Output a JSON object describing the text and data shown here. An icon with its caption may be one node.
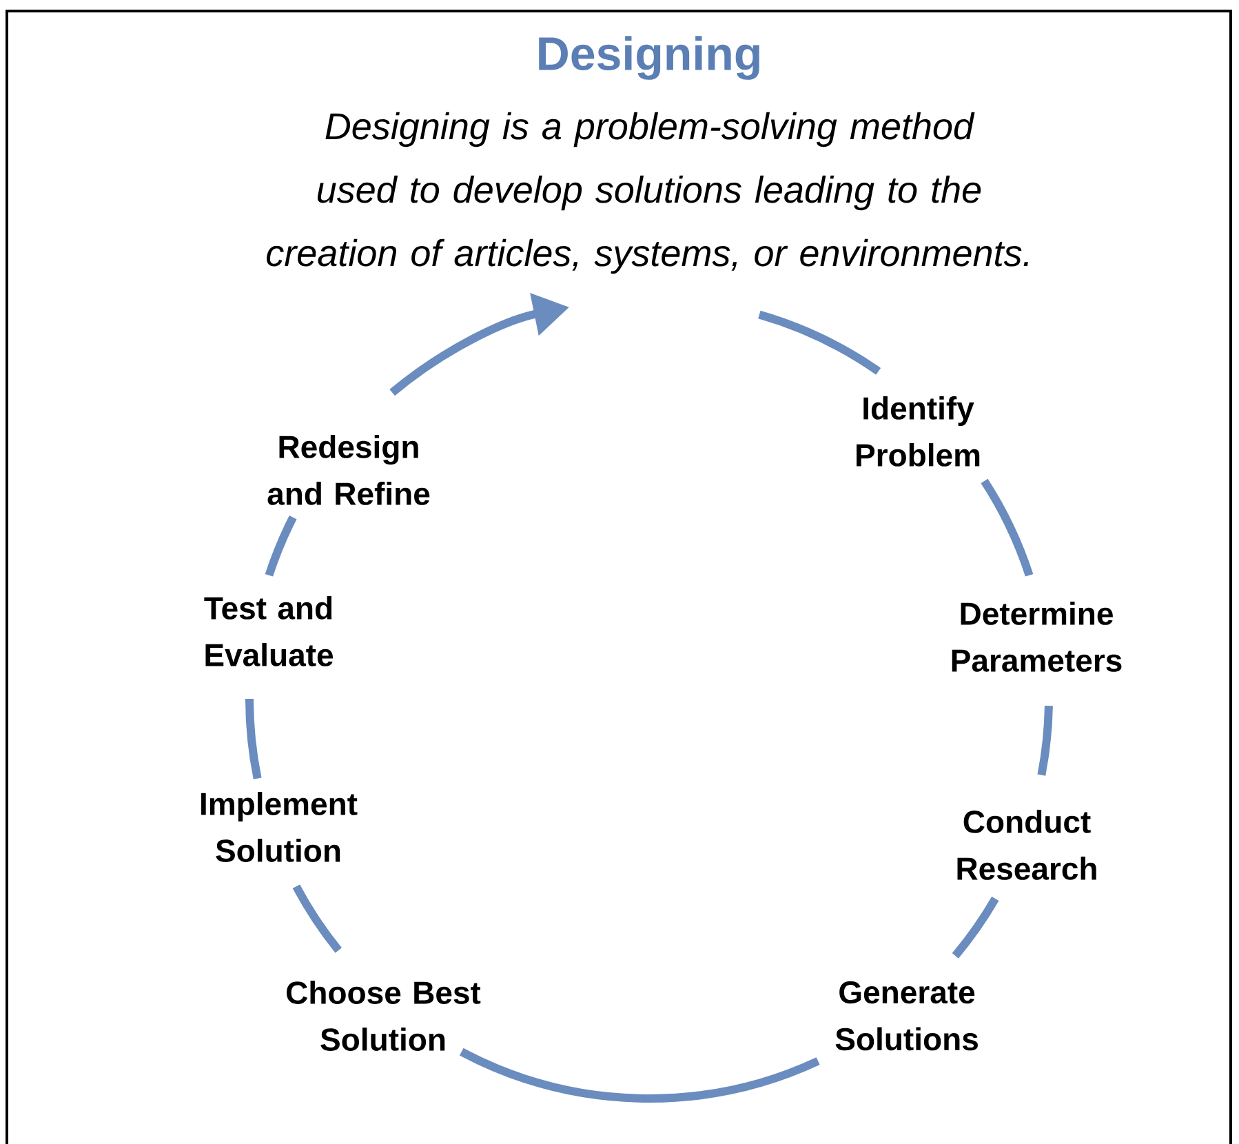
{
  "diagram": {
    "title": "Designing",
    "caption": "Designing is a problem-solving method used to develop solutions leading to the creation of articles, systems, or environments.",
    "nodes": [
      {
        "text": [
          "Identify Problem"
        ]
      },
      {
        "text": [
          "Determine Parameters"
        ]
      },
      {
        "text": [
          "Conduct Research"
        ]
      },
      {
        "text": [
          "Generate Solutions"
        ]
      },
      {
        "text": [
          "Choose Best Solution"
        ]
      },
      {
        "text": [
          "Implement Solution"
        ]
      },
      {
        "text": [
          "Test and Evaluate"
        ]
      },
      {
        "text": [
          "Redesign and Refine"
        ]
      }
    ],
    "edges": [
      {
        "from": 0,
        "to": 1,
        "arrow": "none"
      },
      {
        "from": 1,
        "to": 2,
        "arrow": "none"
      },
      {
        "from": 2,
        "to": 3,
        "arrow": "none"
      },
      {
        "from": 3,
        "to": 4,
        "arrow": "none"
      },
      {
        "from": 4,
        "to": 5,
        "arrow": "none"
      },
      {
        "from": 5,
        "to": 6,
        "arrow": "none"
      },
      {
        "from": 6,
        "to": 7,
        "arrow": "none"
      },
      {
        "from": 7,
        "to": null,
        "arrow": "to"
      },
      {
        "from": null,
        "to": 0,
        "arrow": "none"
      }
    ]
  }
}
